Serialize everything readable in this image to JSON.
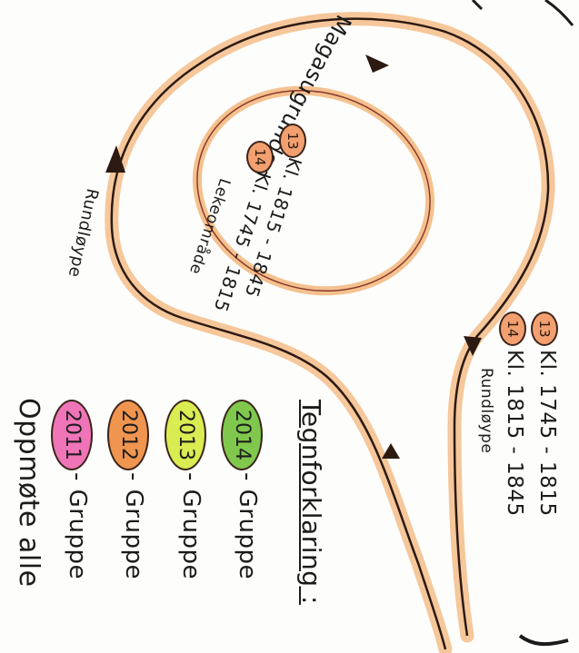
{
  "labels": {
    "magasugrunden": "Magasugrunden",
    "lekeomrade": "Lekeområde",
    "rundloype": "Rundløype"
  },
  "inner": {
    "badge13": "13",
    "badge14": "14",
    "time13": "Kl. 1815 - 1845",
    "time14": "Kl. 1745 - 1815"
  },
  "right": {
    "badge13": "13",
    "badge14": "14",
    "time13": "Kl. 1745 - 1815",
    "time14": "Kl. 1815 - 1845"
  },
  "legend": {
    "title": "Tegnforklaring :",
    "items": [
      {
        "year": "2014",
        "text": "- Gruppe",
        "color": "#7fc84d"
      },
      {
        "year": "2013",
        "text": "- Gruppe",
        "color": "#d9ec52"
      },
      {
        "year": "2012",
        "text": "- Gruppe",
        "color": "#f0954f"
      },
      {
        "year": "2011",
        "text": "- Gruppe",
        "color": "#ef75b8"
      }
    ],
    "footer": "Oppmøte alle"
  },
  "colors": {
    "path_highlight": "#f4c18f",
    "path_line": "#2c1a12",
    "badge_fill": "#f3a070"
  }
}
